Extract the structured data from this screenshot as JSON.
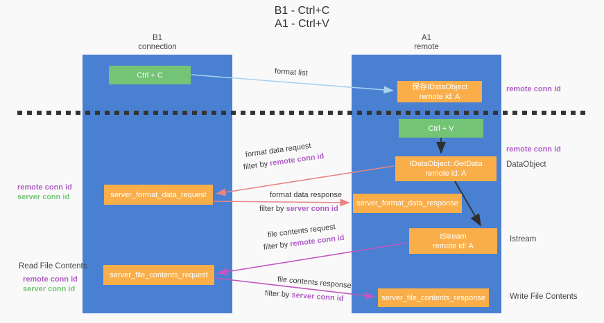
{
  "title": {
    "line1": "B1 - Ctrl+C",
    "line2": "A1 - Ctrl+V"
  },
  "lifelines": {
    "left": {
      "name": "B1",
      "role": "connection"
    },
    "right": {
      "name": "A1",
      "role": "remote"
    }
  },
  "boxes": {
    "ctrl_c": {
      "label": "Ctrl + C"
    },
    "save_idataobject": {
      "line1": "保存IDataObject",
      "line2": "remote id: A"
    },
    "ctrl_v": {
      "label": "Ctrl + V"
    },
    "getdata": {
      "line1": "IDataObject::GetData",
      "line2": "remote id: A"
    },
    "format_request": {
      "label": "server_format_data_request"
    },
    "format_response": {
      "label": "server_format_data_response"
    },
    "istream": {
      "line1": "IStream",
      "line2": "remote id: A"
    },
    "file_request": {
      "label": "server_file_contents_request"
    },
    "file_response": {
      "label": "server_file_contents_response"
    }
  },
  "arrow_labels": {
    "format_list": "format list",
    "format_data_request": "format data request",
    "format_data_response": "format data response",
    "file_contents_request": "file contents request",
    "file_contents_response": "file contents response",
    "filter_by": "filter by ",
    "remote_conn_id": "remote conn id",
    "server_conn_id": "server conn id"
  },
  "side_labels": {
    "remote_conn_id": "remote conn id",
    "server_conn_id": "server conn id",
    "dataobject": "DataObject",
    "istream": "Istream",
    "read_file_contents": "Read File Contents",
    "write_file_contents": "Write File Contents"
  },
  "colors": {
    "background": "#f9f9f9",
    "lifeline_blue": "#4a80d2",
    "box_orange": "#f9ae49",
    "box_green": "#74c476",
    "text_dark": "#3b3b3b",
    "purple": "#b05fc6",
    "green_label": "#74c578",
    "arrow_blue": "#a8d2f0",
    "arrow_salmon": "#e88585",
    "arrow_magenta": "#c157c1",
    "arrow_black": "#2f2f2f",
    "dash": "#333333"
  }
}
